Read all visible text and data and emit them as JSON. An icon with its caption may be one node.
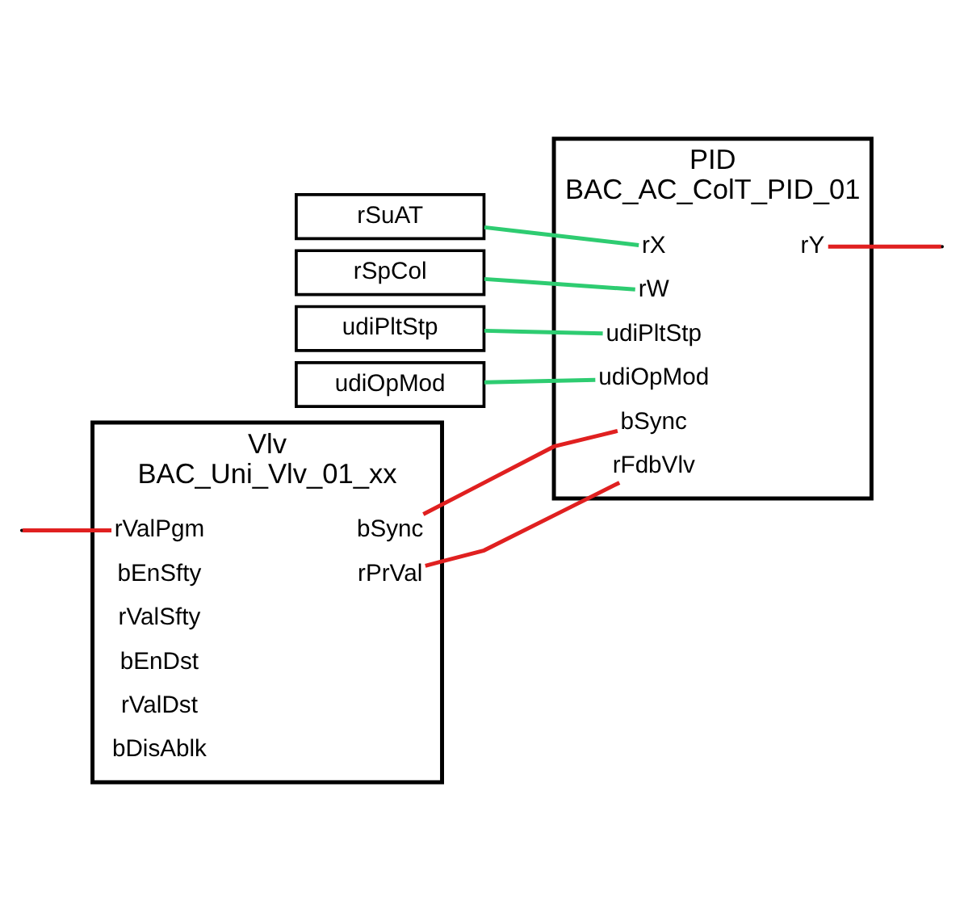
{
  "diagram": {
    "nodes": [
      {
        "text": [
          "rSuAT"
        ]
      },
      {
        "text": [
          "rSpCol"
        ]
      },
      {
        "text": [
          "udiPltStp"
        ]
      },
      {
        "text": [
          "udiOpMod"
        ]
      },
      {
        "text": [
          "PID",
          "BAC_AC_ColT_PID_01"
        ]
      },
      {
        "text": [
          "rX"
        ],
        "in": 4
      },
      {
        "text": [
          "rW"
        ],
        "in": 4
      },
      {
        "text": [
          "bSync"
        ],
        "in": 4
      },
      {
        "text": [
          "rFdbVlv"
        ],
        "in": 4
      },
      {
        "text": [
          "udiPltStp"
        ],
        "in": 4
      },
      {
        "text": [
          "udiOpMod"
        ],
        "in": 4
      },
      {
        "text": [
          "rY"
        ],
        "in": 4
      },
      {
        "text": [
          "Vlv",
          "BAC_Uni_Vlv_01_xx"
        ]
      },
      {
        "text": [
          "rValPgm"
        ],
        "in": 12
      },
      {
        "text": [
          "bEnSfty"
        ],
        "in": 12
      },
      {
        "text": [
          "rValSfty"
        ],
        "in": 12
      },
      {
        "text": [
          "bEnDst"
        ],
        "in": 12
      },
      {
        "text": [
          "rValDst"
        ],
        "in": 12
      },
      {
        "text": [
          "bDisAblk"
        ],
        "in": 12
      },
      {
        "text": [
          "rPrVal"
        ],
        "in": 12
      },
      {
        "text": [
          "bSync"
        ],
        "in": 12
      }
    ],
    "edges": [
      {
        "from": 0,
        "to": 5,
        "arrow": "none",
        "color": "#2ecc71"
      },
      {
        "from": 1,
        "to": 6,
        "arrow": "none",
        "color": "#2ecc71"
      },
      {
        "from": 2,
        "to": 9,
        "arrow": "none",
        "color": "#2ecc71"
      },
      {
        "from": 3,
        "to": 10,
        "arrow": "none",
        "color": "#2ecc71"
      },
      {
        "from": 11,
        "to": null,
        "arrow": "none",
        "color": "#e02020"
      },
      {
        "from": 20,
        "to": 7,
        "arrow": "none",
        "color": "#e02020"
      },
      {
        "from": 19,
        "to": 8,
        "arrow": "none",
        "color": "#e02020"
      },
      {
        "from": null,
        "to": 13,
        "arrow": "none",
        "color": "#e02020"
      }
    ]
  }
}
